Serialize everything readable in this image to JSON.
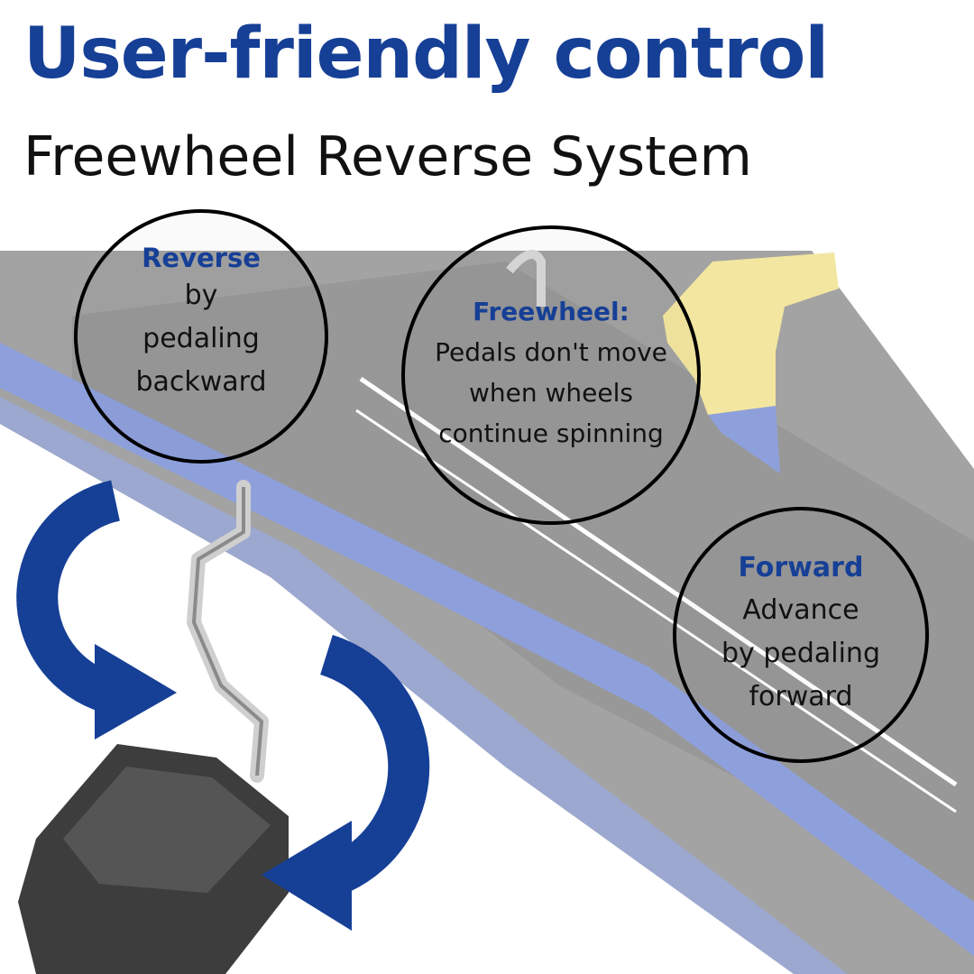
{
  "header": {
    "title": "User-friendly control",
    "subtitle": "Freewheel Reverse System"
  },
  "callouts": {
    "reverse": {
      "title": "Reverse",
      "lines": [
        "by",
        "pedaling",
        "backward"
      ]
    },
    "freewheel": {
      "title": "Freewheel:",
      "lines": [
        "Pedals don't move",
        "when wheels",
        "continue spinning"
      ]
    },
    "forward": {
      "title": "Forward",
      "lines": [
        "Advance",
        "by pedaling",
        "forward"
      ]
    }
  },
  "colors": {
    "brand_blue": "#163f96",
    "frame_gray": "#a6a6a6",
    "frame_blue": "#8ea0dc",
    "seat_yellow": "#f3e6a0"
  },
  "icons": [
    "circular-arrow-icon"
  ]
}
